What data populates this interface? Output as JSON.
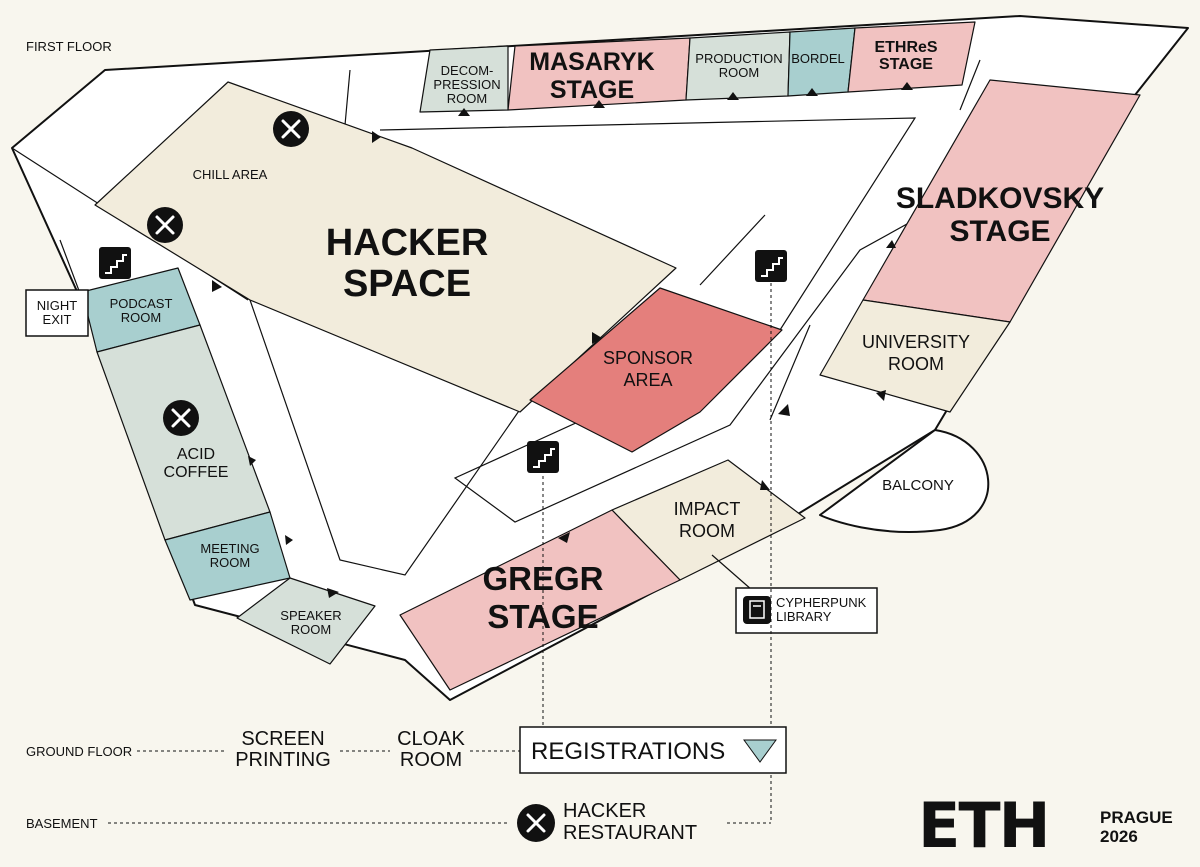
{
  "floors": {
    "first": "FIRST FLOOR",
    "ground": "GROUND FLOOR",
    "basement": "BASEMENT"
  },
  "rooms": {
    "decompression": [
      "DECOM-",
      "PRESSION",
      "ROOM"
    ],
    "masaryk": [
      "MASARYK",
      "STAGE"
    ],
    "production": [
      "PRODUCTION",
      "ROOM"
    ],
    "bordel": "BORDEL",
    "ethres": [
      "ETHReS",
      "STAGE"
    ],
    "sladkovsky": [
      "SLADKOVSKY",
      "STAGE"
    ],
    "university": [
      "UNIVERSITY",
      "ROOM"
    ],
    "balcony": "BALCONY",
    "impact": [
      "IMPACT",
      "ROOM"
    ],
    "gregr": [
      "GREGR",
      "STAGE"
    ],
    "sponsor": [
      "SPONSOR",
      "AREA"
    ],
    "hacker_space": [
      "HACKER",
      "SPACE"
    ],
    "chill": "CHILL AREA",
    "podcast": [
      "PODCAST",
      "ROOM"
    ],
    "acid_coffee": [
      "ACID",
      "COFFEE"
    ],
    "meeting": [
      "MEETING",
      "ROOM"
    ],
    "speaker": [
      "SPEAKER",
      "ROOM"
    ],
    "night_exit": [
      "NIGHT",
      "EXIT"
    ],
    "cypherpunk": [
      "CYPHERPUNK",
      "LIBRARY"
    ]
  },
  "ground_floor": {
    "screen_printing": [
      "SCREEN",
      "PRINTING"
    ],
    "cloak_room": [
      "CLOAK",
      "ROOM"
    ],
    "registrations": "REGISTRATIONS"
  },
  "basement": {
    "restaurant": [
      "HACKER",
      "RESTAURANT"
    ]
  },
  "logo": {
    "text": "ETH",
    "city": "PRAGUE",
    "year": "2026"
  },
  "colors": {
    "stage_pink": "#f1c2c1",
    "sponsor_red": "#e47f7c",
    "teal": "#a8cfcf",
    "sage": "#d6e0d9",
    "cream": "#f2ecdc",
    "background": "#f8f6ee"
  },
  "icons": [
    "food-icon",
    "stairs-icon",
    "book-icon",
    "arrow-icon"
  ]
}
